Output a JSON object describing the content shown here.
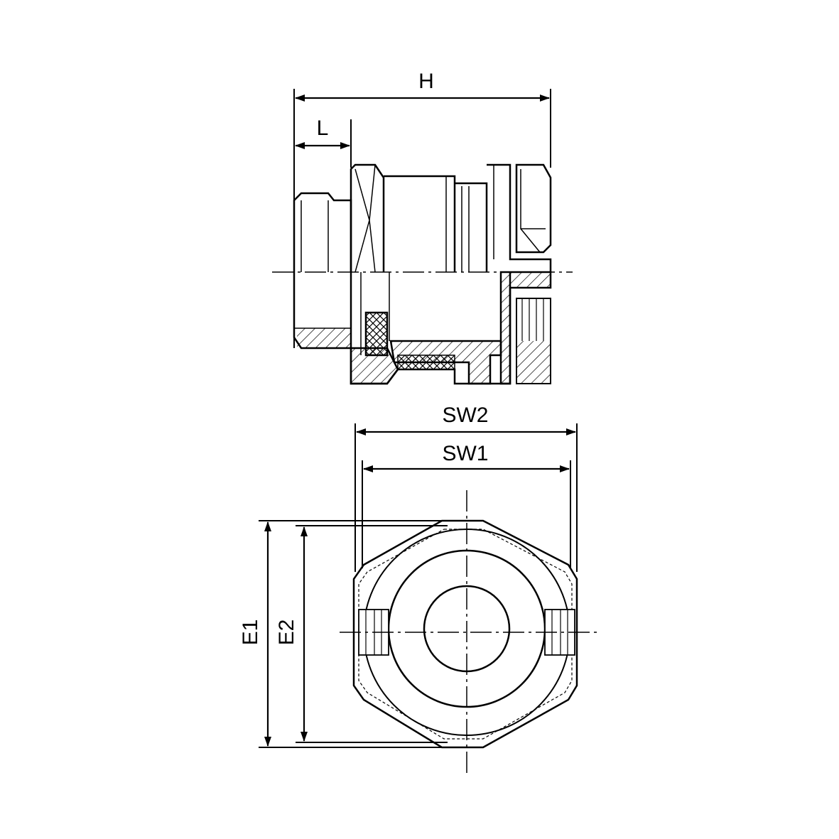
{
  "drawing": {
    "labels": {
      "H": "H",
      "L": "L",
      "SW2": "SW2",
      "SW1": "SW1",
      "E1": "E1",
      "E2": "E2"
    },
    "line_color": "#000000",
    "background": "#ffffff"
  }
}
